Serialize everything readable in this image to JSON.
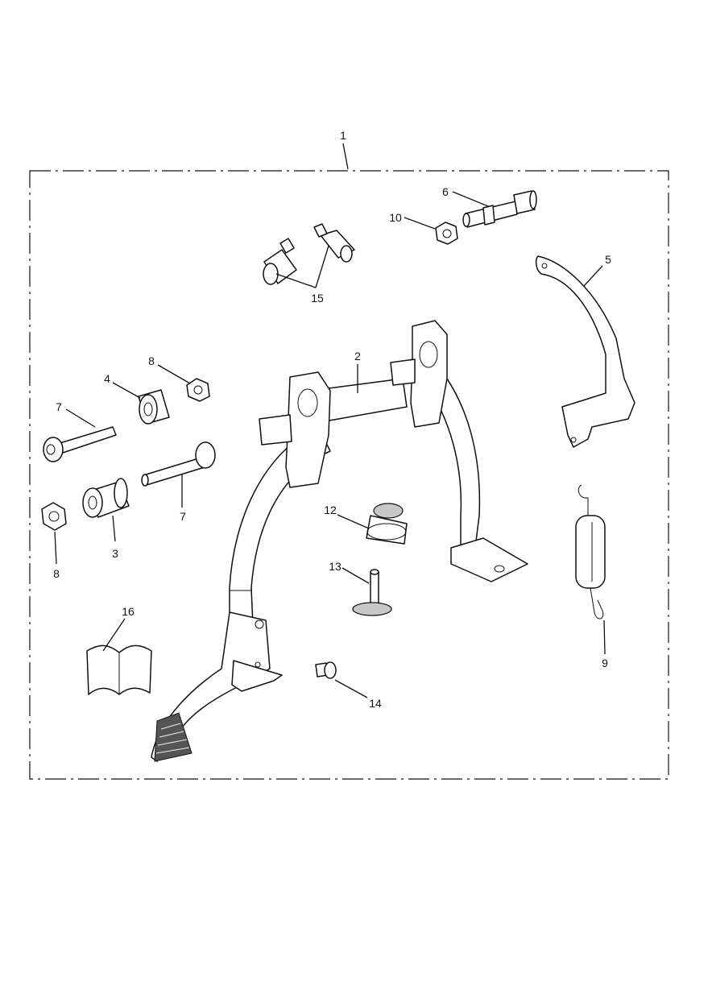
{
  "diagram": {
    "callouts": {
      "c1": "1",
      "c2": "2",
      "c3": "3",
      "c4": "4",
      "c5": "5",
      "c6": "6",
      "c7a": "7",
      "c7b": "7",
      "c8a": "8",
      "c8b": "8",
      "c9": "9",
      "c10": "10",
      "c12": "12",
      "c13": "13",
      "c14": "14",
      "c15": "15",
      "c16": "16"
    }
  }
}
